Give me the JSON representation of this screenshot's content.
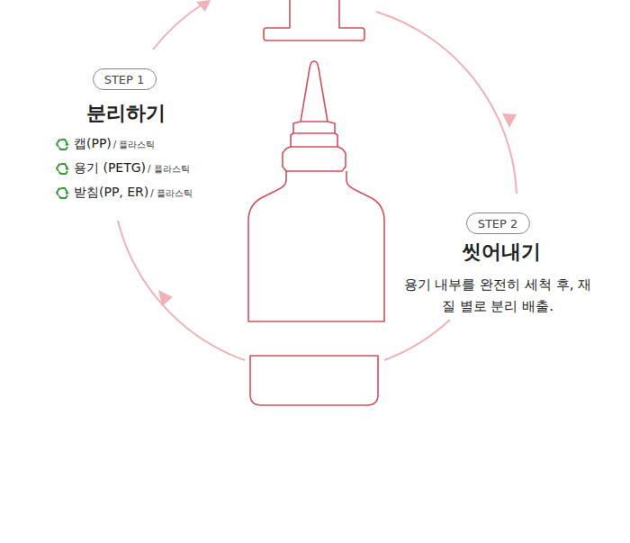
{
  "diagram": {
    "nodes": [
      {
        "text": [
          "STEP 1"
        ]
      },
      {
        "text": [
          "STEP 2"
        ]
      }
    ],
    "labels": [
      "분리하기",
      "캡(PP)",
      "/ 플라스틱",
      "용기 (PETG)",
      "/ 플라스틱",
      "받침(PP, ER)",
      "/ 플라스틱",
      "씻어내기",
      "용기 내부를 완전히 세척 후, 재질 별로 분리 배출."
    ]
  }
}
